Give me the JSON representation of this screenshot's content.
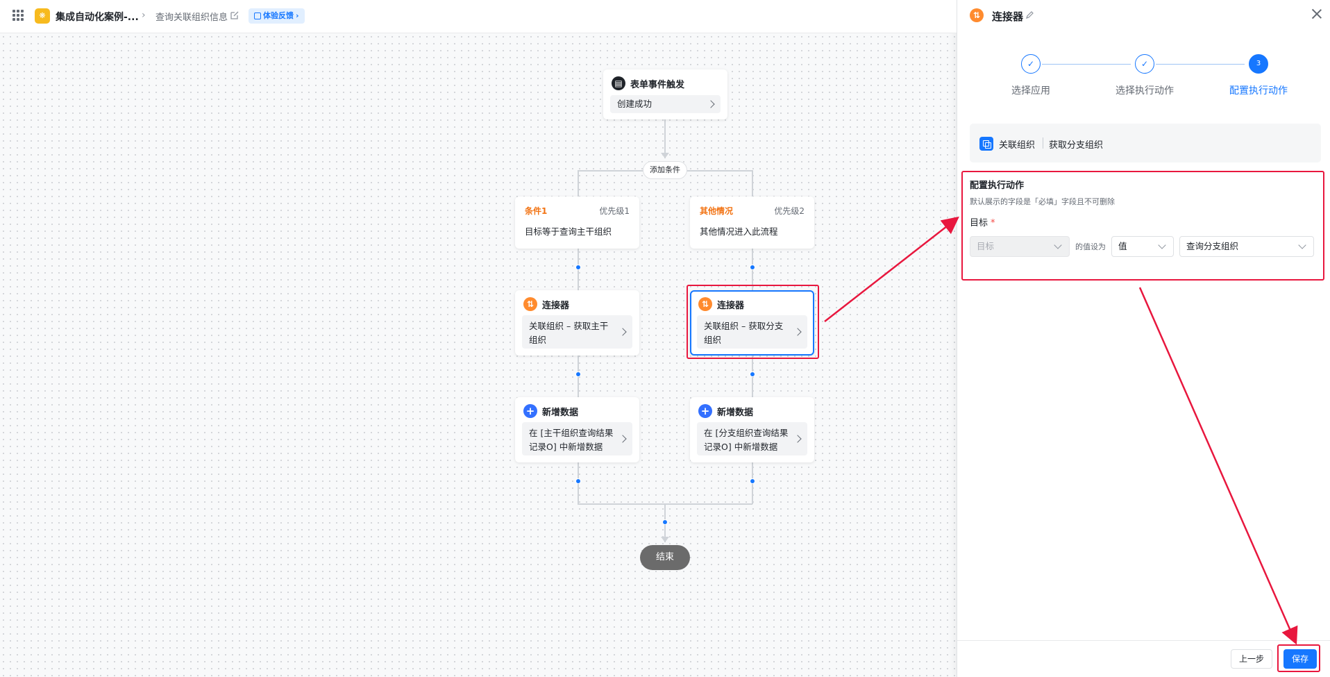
{
  "header": {
    "app_title": "集成自动化案例-...",
    "flow_name": "查询关联组织信息",
    "feedback_label": "体验反馈"
  },
  "canvas": {
    "trigger": {
      "title": "表单事件触发",
      "event": "创建成功"
    },
    "add_condition_label": "添加条件",
    "branches": [
      {
        "cond_title": "条件1",
        "priority": "优先级1",
        "cond_desc": "目标等于查询主干组织",
        "connector_title": "连接器",
        "connector_desc": "关联组织 – 获取主干组织",
        "add_title": "新增数据",
        "add_desc": "在 [主干组织查询结果记录O] 中新增数据"
      },
      {
        "cond_title": "其他情况",
        "priority": "优先级2",
        "cond_desc": "其他情况进入此流程",
        "connector_title": "连接器",
        "connector_desc": "关联组织 – 获取分支组织",
        "add_title": "新增数据",
        "add_desc": "在 [分支组织查询结果记录O] 中新增数据"
      }
    ],
    "end_label": "结束"
  },
  "panel": {
    "title": "连接器",
    "steps": [
      {
        "label": "选择应用",
        "mark": "✓"
      },
      {
        "label": "选择执行动作",
        "mark": "✓"
      },
      {
        "label": "配置执行动作",
        "mark": "3"
      }
    ],
    "selected_app": "关联组织",
    "selected_action": "获取分支组织",
    "config_title": "配置执行动作",
    "config_sub": "默认展示的字段是「必填」字段且不可删除",
    "field_label": "目标",
    "field_required_mark": "*",
    "target_select": "目标",
    "value_label": "的值设为",
    "value_type": "值",
    "value_select": "查询分支组织",
    "prev_label": "上一步",
    "save_label": "保存"
  },
  "colors": {
    "primary": "#1677ff",
    "annotation_red": "#e8173e",
    "condition_orange": "#f27313",
    "connector_orange": "#ff8b2e"
  }
}
